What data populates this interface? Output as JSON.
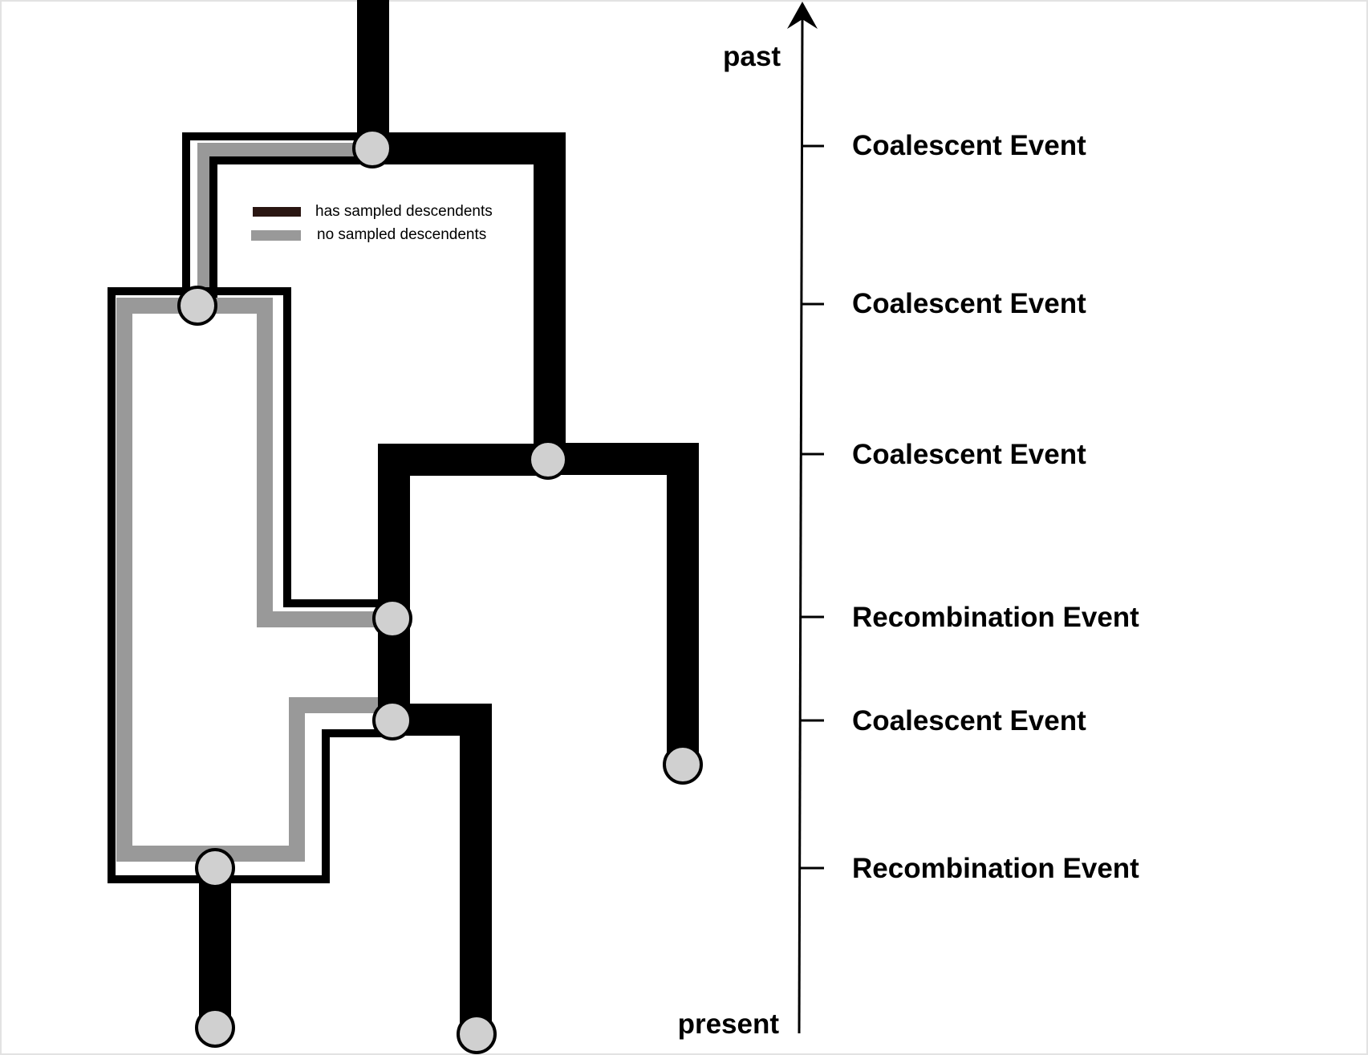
{
  "colors": {
    "sampled": "#000000",
    "unsampled": "#999999",
    "legend_sampled_swatch": "#2a1612",
    "node_fill": "#d0d0d0",
    "node_stroke": "#000000",
    "axis": "#000000",
    "text": "#000000",
    "frame": "#e2e2e2"
  },
  "legend": {
    "items": [
      {
        "label": "has sampled descendents",
        "color_key": "legend_sampled_swatch"
      },
      {
        "label": "no sampled descendents",
        "color_key": "unsampled"
      }
    ]
  },
  "axis": {
    "top_label": "past",
    "bottom_label": "present",
    "direction": "up"
  },
  "events": [
    {
      "label": "Coalescent Event"
    },
    {
      "label": "Coalescent Event"
    },
    {
      "label": "Coalescent Event"
    },
    {
      "label": "Recombination Event"
    },
    {
      "label": "Coalescent Event"
    },
    {
      "label": "Recombination Event"
    }
  ],
  "nodes": [
    {
      "id": "root-coalescence"
    },
    {
      "id": "upper-left-coalescence"
    },
    {
      "id": "middle-right-coalescence"
    },
    {
      "id": "upper-recombination"
    },
    {
      "id": "lower-coalescence"
    },
    {
      "id": "lower-recombination"
    },
    {
      "id": "right-sample"
    },
    {
      "id": "left-sample"
    },
    {
      "id": "middle-sample"
    }
  ]
}
